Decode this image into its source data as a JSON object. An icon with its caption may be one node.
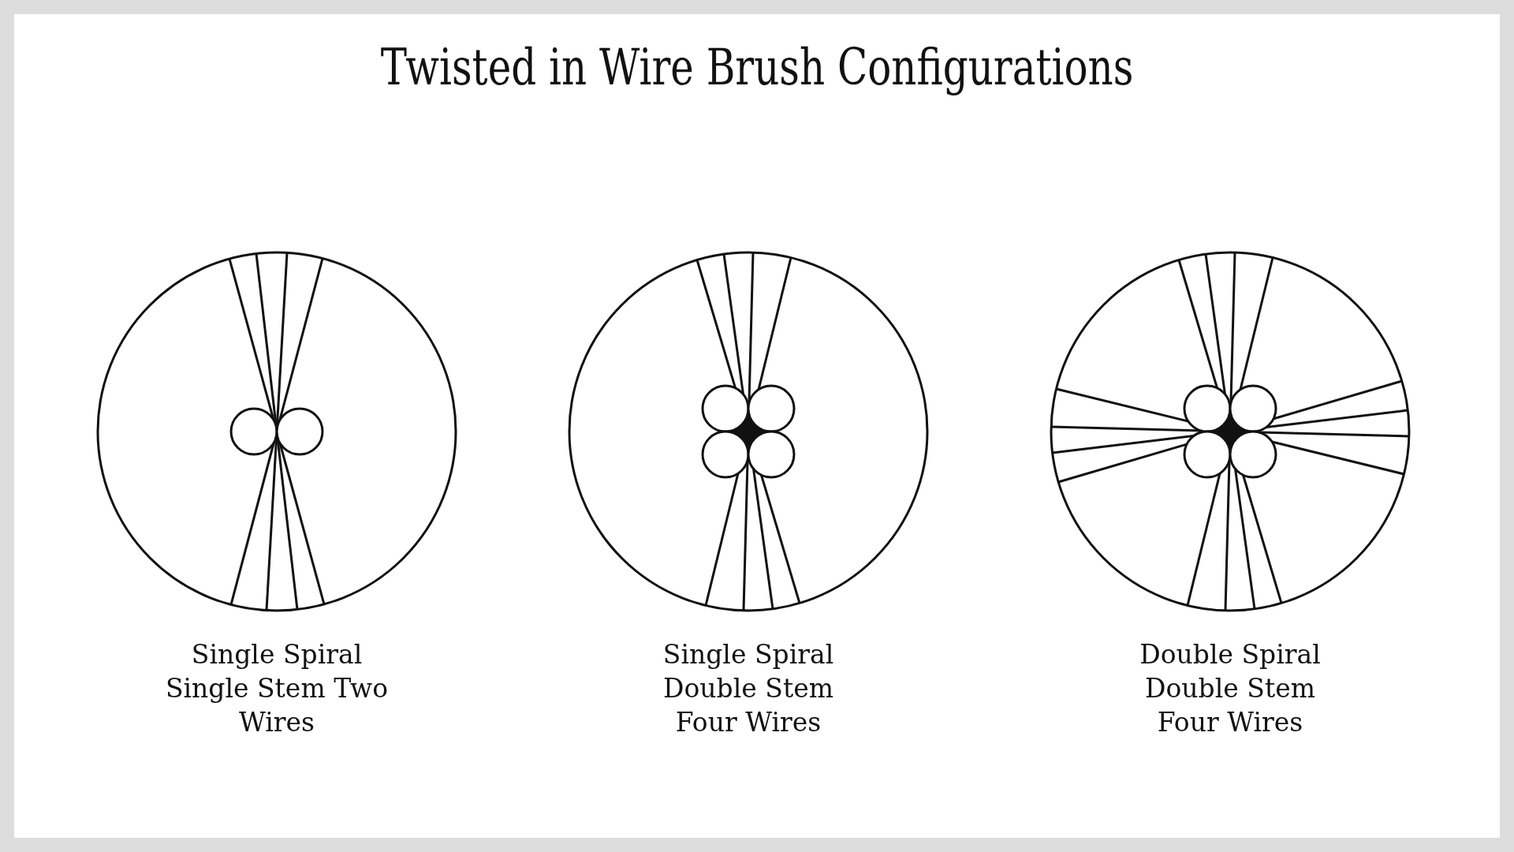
{
  "diagram": {
    "title": "Twisted in Wire Brush Configurations",
    "labels": [
      "Single Spiral Single Stem Two Wires",
      "Single Spiral Double Stem Four Wires",
      "Double Spiral Double Stem Four Wires"
    ]
  }
}
